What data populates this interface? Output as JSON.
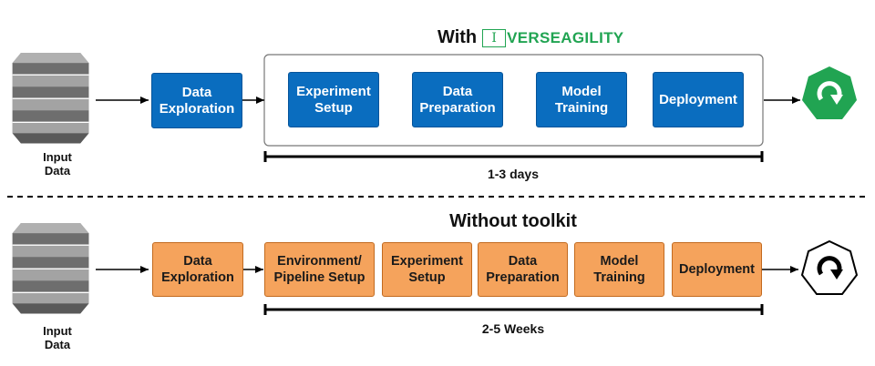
{
  "with_section": {
    "heading_prefix": "With",
    "brand_mark": "I",
    "brand_name": "VERSEAGILITY",
    "input_label": "Input\nData",
    "exploration": "Data\nExploration",
    "steps": [
      "Experiment\nSetup",
      "Data\nPreparation",
      "Model\nTraining",
      "Deployment"
    ],
    "duration": "1-3 days"
  },
  "without_section": {
    "heading": "Without toolkit",
    "input_label": "Input\nData",
    "exploration": "Data\nExploration",
    "steps": [
      "Environment/\nPipeline Setup",
      "Experiment\nSetup",
      "Data\nPreparation",
      "Model\nTraining",
      "Deployment"
    ],
    "duration": "2-5 Weeks"
  },
  "colors": {
    "with_box": "#0a6dbf",
    "without_box": "#f5a35c",
    "brand": "#21a452",
    "result_icon_with": "#21a452",
    "result_icon_without": "#ffffff"
  },
  "icons": {
    "database": "database-cylinder-icon",
    "result": "refresh-octagon-icon"
  }
}
